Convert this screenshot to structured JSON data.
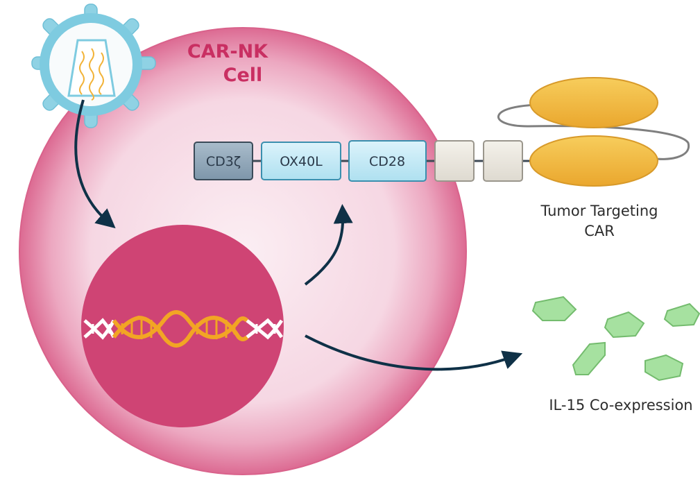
{
  "cell": {
    "title_line1": "CAR-NK",
    "title_line2": "Cell"
  },
  "car_construct": {
    "domains": [
      "CD3ζ",
      "OX40L",
      "CD28"
    ]
  },
  "labels": {
    "car_line1": "Tumor Targeting",
    "car_line2": "CAR",
    "il15": "IL-15 Co-expression"
  },
  "colors": {
    "cell_membrane": "#de6f96",
    "cell_interior": "#f7dbe5",
    "nucleus": "#cf4474",
    "virus": "#7ecbe0",
    "dna_payload": "#f2a524",
    "arrow": "#0f3147",
    "scfv": "#f2bb48",
    "il15_protein": "#a6e1a0"
  }
}
